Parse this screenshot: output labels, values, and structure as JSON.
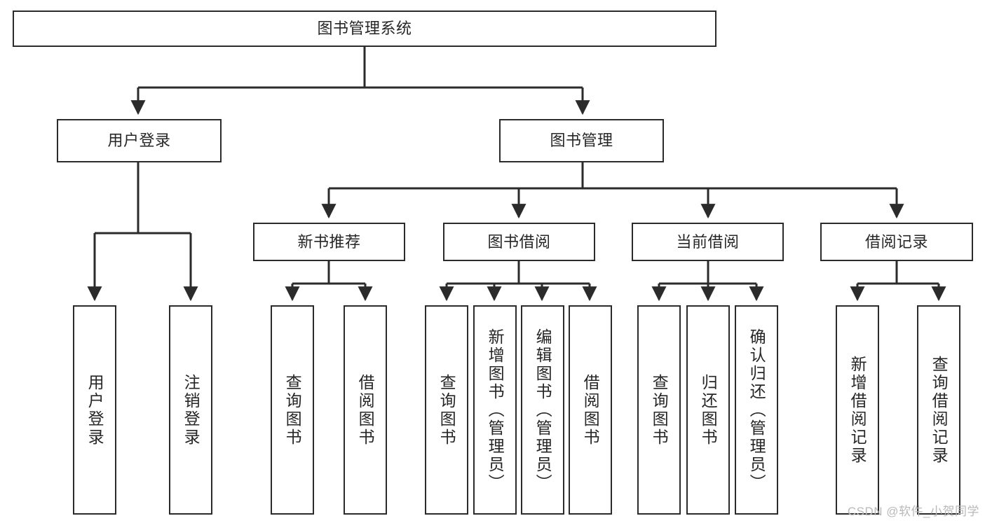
{
  "diagram": {
    "type": "hierarchical-tree",
    "title": "图书管理系统",
    "orientation": "top-down",
    "colors": {
      "box_border": "#2b2b2b",
      "box_fill": "#ffffff",
      "connector": "#2b2b2b",
      "text": "#262626",
      "watermark": "#b9b9b9",
      "background": "#ffffff"
    },
    "levels": {
      "root": {
        "label": "图书管理系统"
      },
      "level2": [
        {
          "id": "user-login",
          "label": "用户登录"
        },
        {
          "id": "book-management",
          "label": "图书管理"
        }
      ],
      "level3": [
        {
          "id": "new-book-recommend",
          "label": "新书推荐",
          "parent": "book-management"
        },
        {
          "id": "book-borrow",
          "label": "图书借阅",
          "parent": "book-management"
        },
        {
          "id": "current-borrow",
          "label": "当前借阅",
          "parent": "book-management"
        },
        {
          "id": "borrow-record",
          "label": "借阅记录",
          "parent": "book-management"
        }
      ],
      "leaves": [
        {
          "id": "leaf-user-login",
          "label": "用户登录",
          "parent": "user-login"
        },
        {
          "id": "leaf-user-logout",
          "label": "注销登录",
          "parent": "user-login"
        },
        {
          "id": "leaf-query-book-1",
          "label": "查询图书",
          "parent": "new-book-recommend"
        },
        {
          "id": "leaf-borrow-book-1",
          "label": "借阅图书",
          "parent": "new-book-recommend"
        },
        {
          "id": "leaf-query-book-2",
          "label": "查询图书",
          "parent": "book-borrow"
        },
        {
          "id": "leaf-add-book",
          "label": "新增图书（管理员）",
          "parent": "book-borrow"
        },
        {
          "id": "leaf-edit-book",
          "label": "编辑图书（管理员）",
          "parent": "book-borrow"
        },
        {
          "id": "leaf-borrow-book-2",
          "label": "借阅图书",
          "parent": "book-borrow"
        },
        {
          "id": "leaf-query-book-3",
          "label": "查询图书",
          "parent": "current-borrow"
        },
        {
          "id": "leaf-return-book",
          "label": "归还图书",
          "parent": "current-borrow"
        },
        {
          "id": "leaf-confirm-return",
          "label": "确认归还（管理员）",
          "parent": "current-borrow"
        },
        {
          "id": "leaf-add-record",
          "label": "新增借阅记录",
          "parent": "borrow-record"
        },
        {
          "id": "leaf-query-record",
          "label": "查询借阅记录",
          "parent": "borrow-record"
        }
      ]
    }
  },
  "watermark": {
    "text": "CSDN @软件_小贺同学"
  }
}
